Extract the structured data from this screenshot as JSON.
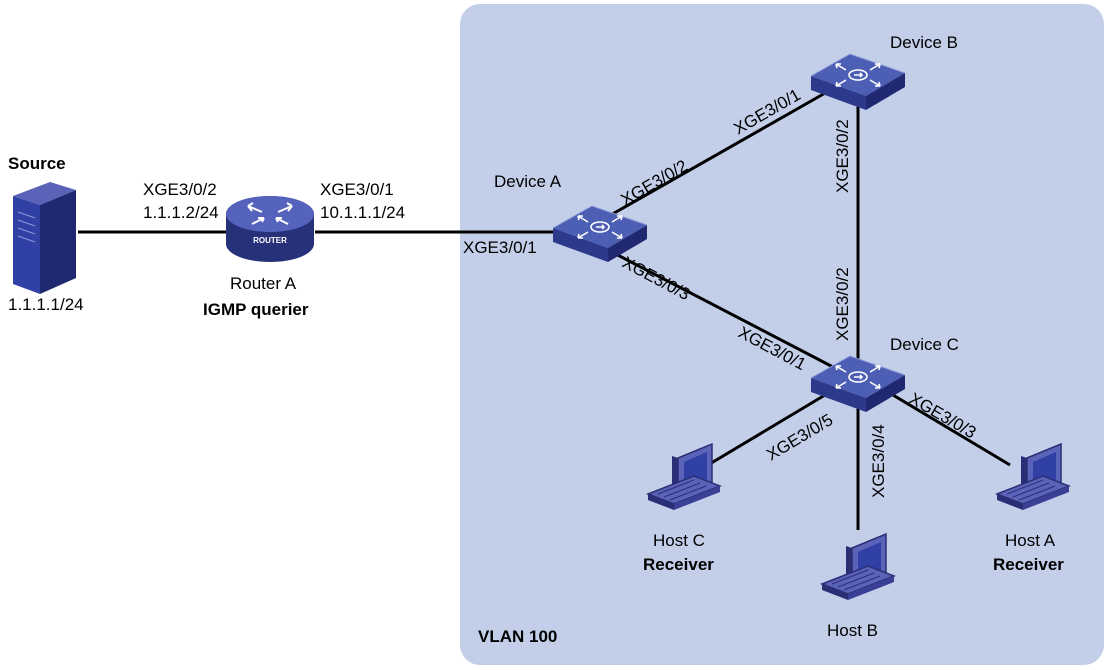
{
  "colors": {
    "vlan_area": "#c3cfe9",
    "device_top": "#4d5fb5",
    "device_side": "#27317a",
    "link": "#000000"
  },
  "vlan": {
    "label": "VLAN 100"
  },
  "source": {
    "title": "Source",
    "ip": "1.1.1.1/24",
    "icon": "server-icon"
  },
  "router_a": {
    "name": "Router A",
    "role": "IGMP querier",
    "icon_text": "ROUTER",
    "icon": "router-icon",
    "port_left": "XGE3/0/2",
    "ip_left": "1.1.1.2/24",
    "port_right": "XGE3/0/1",
    "ip_right": "10.1.1.1/24"
  },
  "device_a": {
    "name": "Device A",
    "icon": "switch-icon",
    "port_router": "XGE3/0/1",
    "port_device_b": "XGE3/0/2",
    "port_device_c": "XGE3/0/3"
  },
  "device_b": {
    "name": "Device B",
    "icon": "switch-icon",
    "port_device_a": "XGE3/0/1",
    "port_device_c": "XGE3/0/2"
  },
  "device_c": {
    "name": "Device C",
    "icon": "switch-icon",
    "port_device_b": "XGE3/0/2",
    "port_device_a": "XGE3/0/1",
    "port_host_c": "XGE3/0/5",
    "port_host_b": "XGE3/0/4",
    "port_host_a": "XGE3/0/3"
  },
  "host_a": {
    "name": "Host A",
    "role": "Receiver",
    "icon": "pc-icon"
  },
  "host_b": {
    "name": "Host B",
    "icon": "pc-icon"
  },
  "host_c": {
    "name": "Host C",
    "role": "Receiver",
    "icon": "pc-icon"
  }
}
